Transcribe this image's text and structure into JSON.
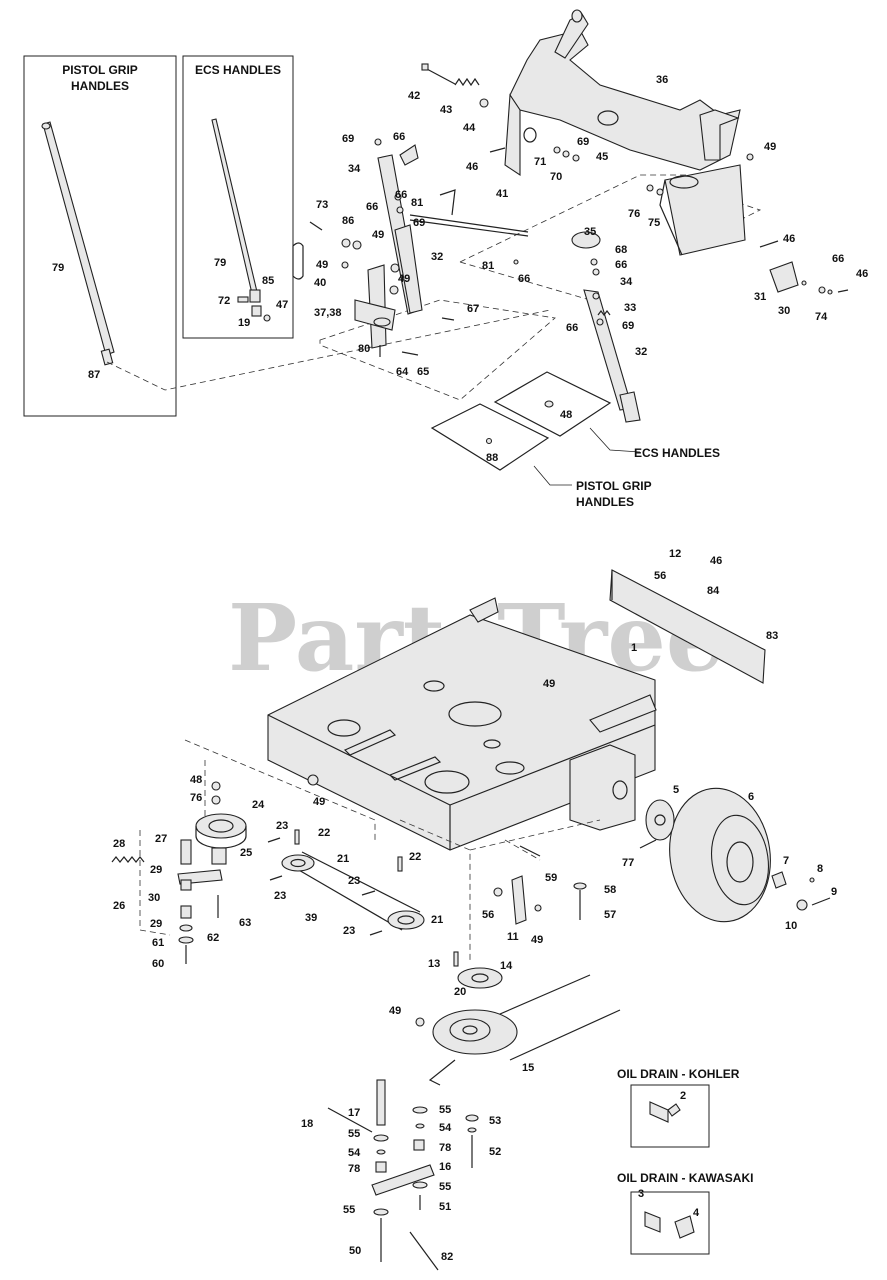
{
  "watermark": {
    "text": "PartsTree",
    "tm": "TM"
  },
  "boxes": {
    "pistol_grip": {
      "line1": "PISTOL GRIP",
      "line2": "HANDLES"
    },
    "ecs": {
      "line1": "ECS HANDLES"
    },
    "oil_kohler": {
      "line1": "OIL DRAIN - KOHLER"
    },
    "oil_kawasaki": {
      "line1": "OIL DRAIN - KAWASAKI"
    }
  },
  "callouts": {
    "ecs_handles": "ECS HANDLES",
    "pistol_line1": "PISTOL GRIP",
    "pistol_line2": "HANDLES"
  },
  "labels": {
    "l79a": "79",
    "l87": "87",
    "l79b": "79",
    "l85": "85",
    "l72": "72",
    "l47": "47",
    "l19": "19",
    "l42": "42",
    "l43": "43",
    "l44": "44",
    "l36": "36",
    "l69a": "69",
    "l66a": "66",
    "l34a": "34",
    "l46a": "46",
    "l71": "71",
    "l69b": "69",
    "l70": "70",
    "l45": "45",
    "l49a": "49",
    "l66b": "66",
    "l81a": "81",
    "l41": "41",
    "l66c": "66",
    "l69c": "69",
    "l76a": "76",
    "l75": "75",
    "l73": "73",
    "l86": "86",
    "l49b": "49",
    "l35": "35",
    "l32a": "32",
    "l68": "68",
    "l66d": "66",
    "l46b": "46",
    "l49c": "49",
    "l40": "40",
    "l49d": "49",
    "l81b": "81",
    "l66e": "66",
    "l34b": "34",
    "l66f": "66",
    "l46c": "46",
    "l3738": "37,38",
    "l67": "67",
    "l33": "33",
    "l31": "31",
    "l30a": "30",
    "l74": "74",
    "l66g": "66",
    "l69d": "69",
    "l80": "80",
    "l64": "64",
    "l65": "65",
    "l32b": "32",
    "l48a": "48",
    "l88": "88",
    "l12": "12",
    "l46d": "46",
    "l56a": "56",
    "l84": "84",
    "l83": "83",
    "l1": "1",
    "l49e": "49",
    "l48b": "48",
    "l76b": "76",
    "l49f": "49",
    "l24": "24",
    "l5": "5",
    "l6": "6",
    "l28": "28",
    "l27": "27",
    "l23a": "23",
    "l22a": "22",
    "l25": "25",
    "l21a": "21",
    "l22b": "22",
    "l29a": "29",
    "l30b": "30",
    "l26": "26",
    "l29b": "29",
    "l61": "61",
    "l62": "62",
    "l63": "63",
    "l60": "60",
    "l23b": "23",
    "l23c": "23",
    "l39": "39",
    "l23d": "23",
    "l21b": "21",
    "l77": "77",
    "l59": "59",
    "l58": "58",
    "l57": "57",
    "l56b": "56",
    "l11": "11",
    "l49g": "49",
    "l7": "7",
    "l8": "8",
    "l9": "9",
    "l10": "10",
    "l13": "13",
    "l14": "14",
    "l20": "20",
    "l49h": "49",
    "l15": "15",
    "l17": "17",
    "l18": "18",
    "l55a": "55",
    "l54a": "54",
    "l78a": "78",
    "l55b": "55",
    "l54b": "54",
    "l78b": "78",
    "l16": "16",
    "l53": "53",
    "l52": "52",
    "l55c": "55",
    "l55d": "55",
    "l51": "51",
    "l50": "50",
    "l82": "82",
    "l2": "2",
    "l3": "3",
    "l4": "4"
  }
}
